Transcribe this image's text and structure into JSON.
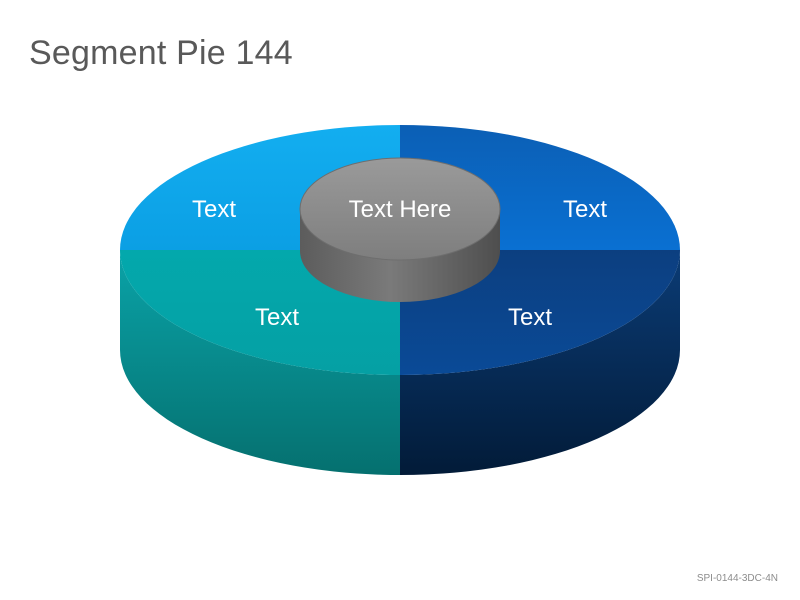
{
  "title": "Segment Pie 144",
  "center_label": "Text Here",
  "segments": [
    {
      "id": "top-left",
      "label": "Text",
      "color": "#0EA5E9"
    },
    {
      "id": "top-right",
      "label": "Text",
      "color": "#0A6BC8"
    },
    {
      "id": "bottom-left",
      "label": "Text",
      "color": "#03A2A6"
    },
    {
      "id": "bottom-right",
      "label": "Text",
      "color": "#0A3F86"
    }
  ],
  "center_color": "#8A8A8A",
  "footer_code": "SPI-0144-3DC-4N"
}
